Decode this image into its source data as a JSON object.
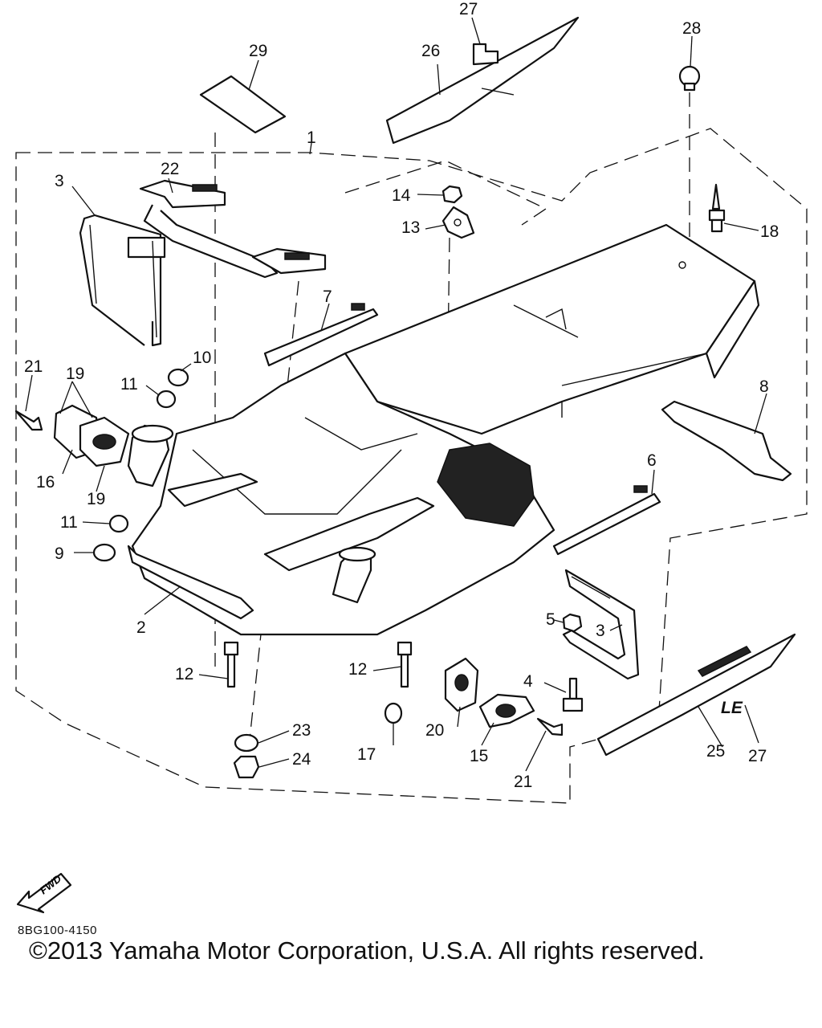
{
  "diagram": {
    "code": "8BG100-4150",
    "copyright": "©2013 Yamaha Motor Corporation, U.S.A. All rights reserved.",
    "fwd_label": "FWD",
    "decal_label": "LE",
    "callouts": {
      "c1": "1",
      "c2": "2",
      "c3a": "3",
      "c3b": "3",
      "c4": "4",
      "c5": "5",
      "c6": "6",
      "c7": "7",
      "c8": "8",
      "c9": "9",
      "c10": "10",
      "c11a": "11",
      "c11b": "11",
      "c12a": "12",
      "c12b": "12",
      "c13": "13",
      "c14": "14",
      "c15": "15",
      "c16": "16",
      "c17": "17",
      "c18": "18",
      "c19a": "19",
      "c19b": "19",
      "c20": "20",
      "c21a": "21",
      "c21b": "21",
      "c22": "22",
      "c23": "23",
      "c24": "24",
      "c25": "25",
      "c26": "26",
      "c27a": "27",
      "c27b": "27",
      "c28": "28",
      "c29": "29"
    }
  }
}
